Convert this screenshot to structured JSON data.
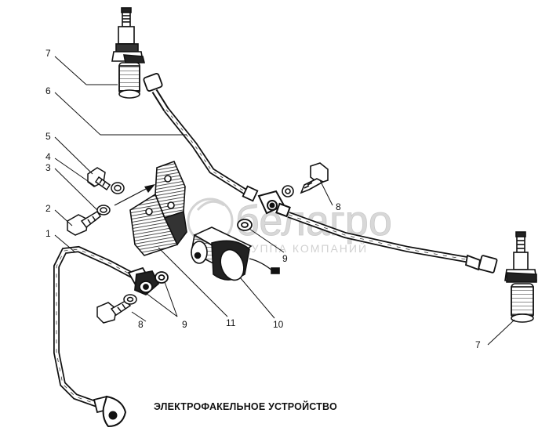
{
  "caption": "ЭЛЕКТРОФАКЕЛЬНОЕ УСТРОЙСТВО",
  "watermark": {
    "brand": "белагро",
    "tagline": "ГРУППА КОМПАНИЙ",
    "color": "#c9c9c9"
  },
  "callouts": {
    "c1": "1",
    "c2": "2",
    "c3": "3",
    "c4": "4",
    "c5": "5",
    "c6": "6",
    "c7a": "7",
    "c7b": "7",
    "c8a": "8",
    "c8b": "8",
    "c9a": "9",
    "c9b": "9",
    "c10": "10",
    "c11": "11"
  },
  "colors": {
    "ink": "#111111",
    "paper": "#ffffff",
    "shade": "#444444"
  }
}
